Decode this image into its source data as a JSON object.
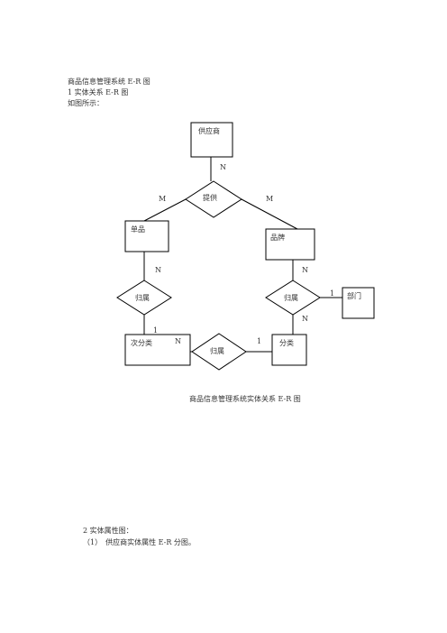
{
  "doc": {
    "heading": "商品信息管理系统 E-R 图",
    "section1": "1 实体关系 E-R 图",
    "intro": "如图所示：",
    "caption": "商品信息管理系统实体关系 E-R 图",
    "section2": "2 实体属性图：",
    "item1": "（1）　供应商实体属性 E-R 分图。"
  },
  "diagram": {
    "entities": {
      "supplier": "供应商",
      "product": "单品",
      "brand": "品牌",
      "subcategory": "次分类",
      "category": "分类",
      "department": "部门"
    },
    "relations": {
      "supply": "提供",
      "belong_left": "归属",
      "belong_right": "归属",
      "belong_bottom": "归属"
    },
    "cardinality": {
      "supplier_supply": "N",
      "supply_product": "M",
      "supply_brand": "M",
      "product_belong": "N",
      "belong_subcategory": "1",
      "brand_belong": "N",
      "belong_department": "1",
      "belong_category": "N",
      "subcategory_belong": "N",
      "belong_category_bottom": "1"
    }
  }
}
